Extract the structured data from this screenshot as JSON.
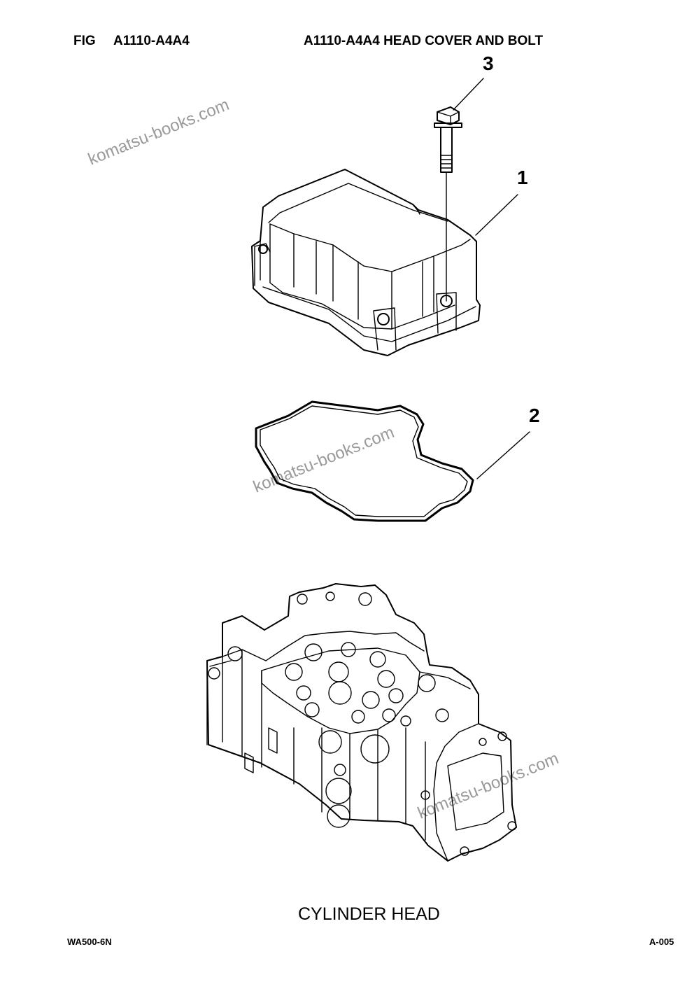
{
  "header": {
    "fig_label": "FIG",
    "fig_code": "A1110-A4A4",
    "title": "A1110-A4A4 HEAD COVER AND BOLT"
  },
  "callouts": [
    "3",
    "1",
    "2"
  ],
  "watermarks": [
    "komatsu-books.com",
    "komatsu-books.com",
    "komatsu-books.com"
  ],
  "caption": "CYLINDER HEAD",
  "footer": {
    "model": "WA500-6N",
    "page": "A-005"
  }
}
